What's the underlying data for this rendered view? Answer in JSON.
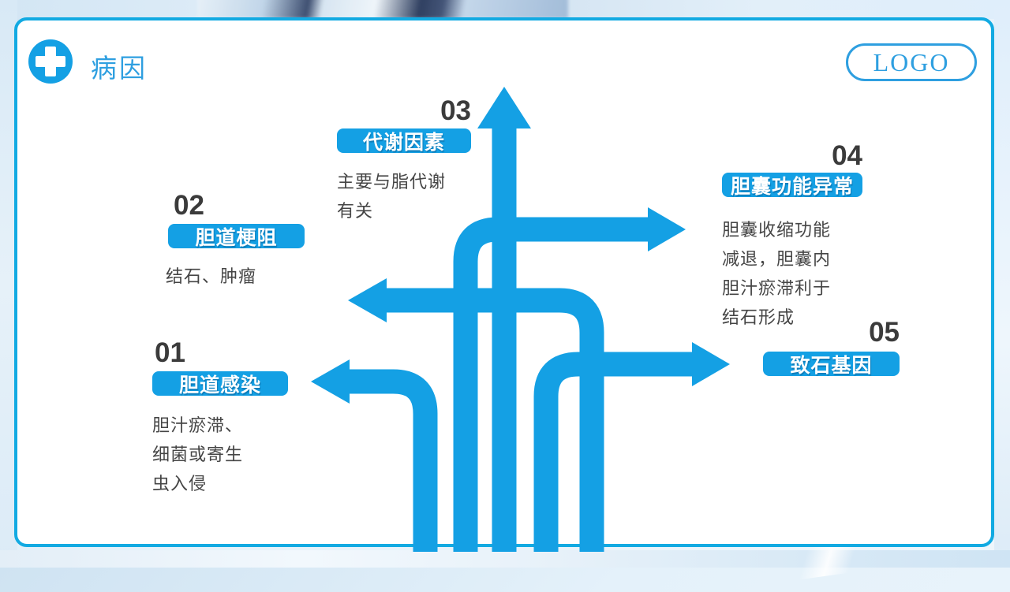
{
  "slide": {
    "title": "病因",
    "logo_text": "LOGO"
  },
  "icons": {
    "header_icon": "medical-cross-icon"
  },
  "causes": [
    {
      "num": "01",
      "label": "胆道感染",
      "desc": [
        "胆汁瘀滞、",
        "细菌或寄生",
        "虫入侵"
      ],
      "arrow_direction": "left"
    },
    {
      "num": "02",
      "label": "胆道梗阻",
      "desc": [
        "结石、肿瘤"
      ],
      "arrow_direction": "left"
    },
    {
      "num": "03",
      "label": "代谢因素",
      "desc": [
        "主要与脂代谢",
        "有关"
      ],
      "arrow_direction": "up"
    },
    {
      "num": "04",
      "label": "胆囊功能异常",
      "desc": [
        "胆囊收缩功能",
        "减退，胆囊内",
        "胆汁瘀滞利于",
        "结石形成"
      ],
      "arrow_direction": "right"
    },
    {
      "num": "05",
      "label": "致石基因",
      "desc": [],
      "arrow_direction": "right"
    }
  ],
  "colors": {
    "arrow": "#14a0e4",
    "label_bg": "#14a0e4",
    "title": "#2e9fe0",
    "number": "#3b3b3b",
    "desc": "#454545",
    "border": "#12aae2"
  }
}
